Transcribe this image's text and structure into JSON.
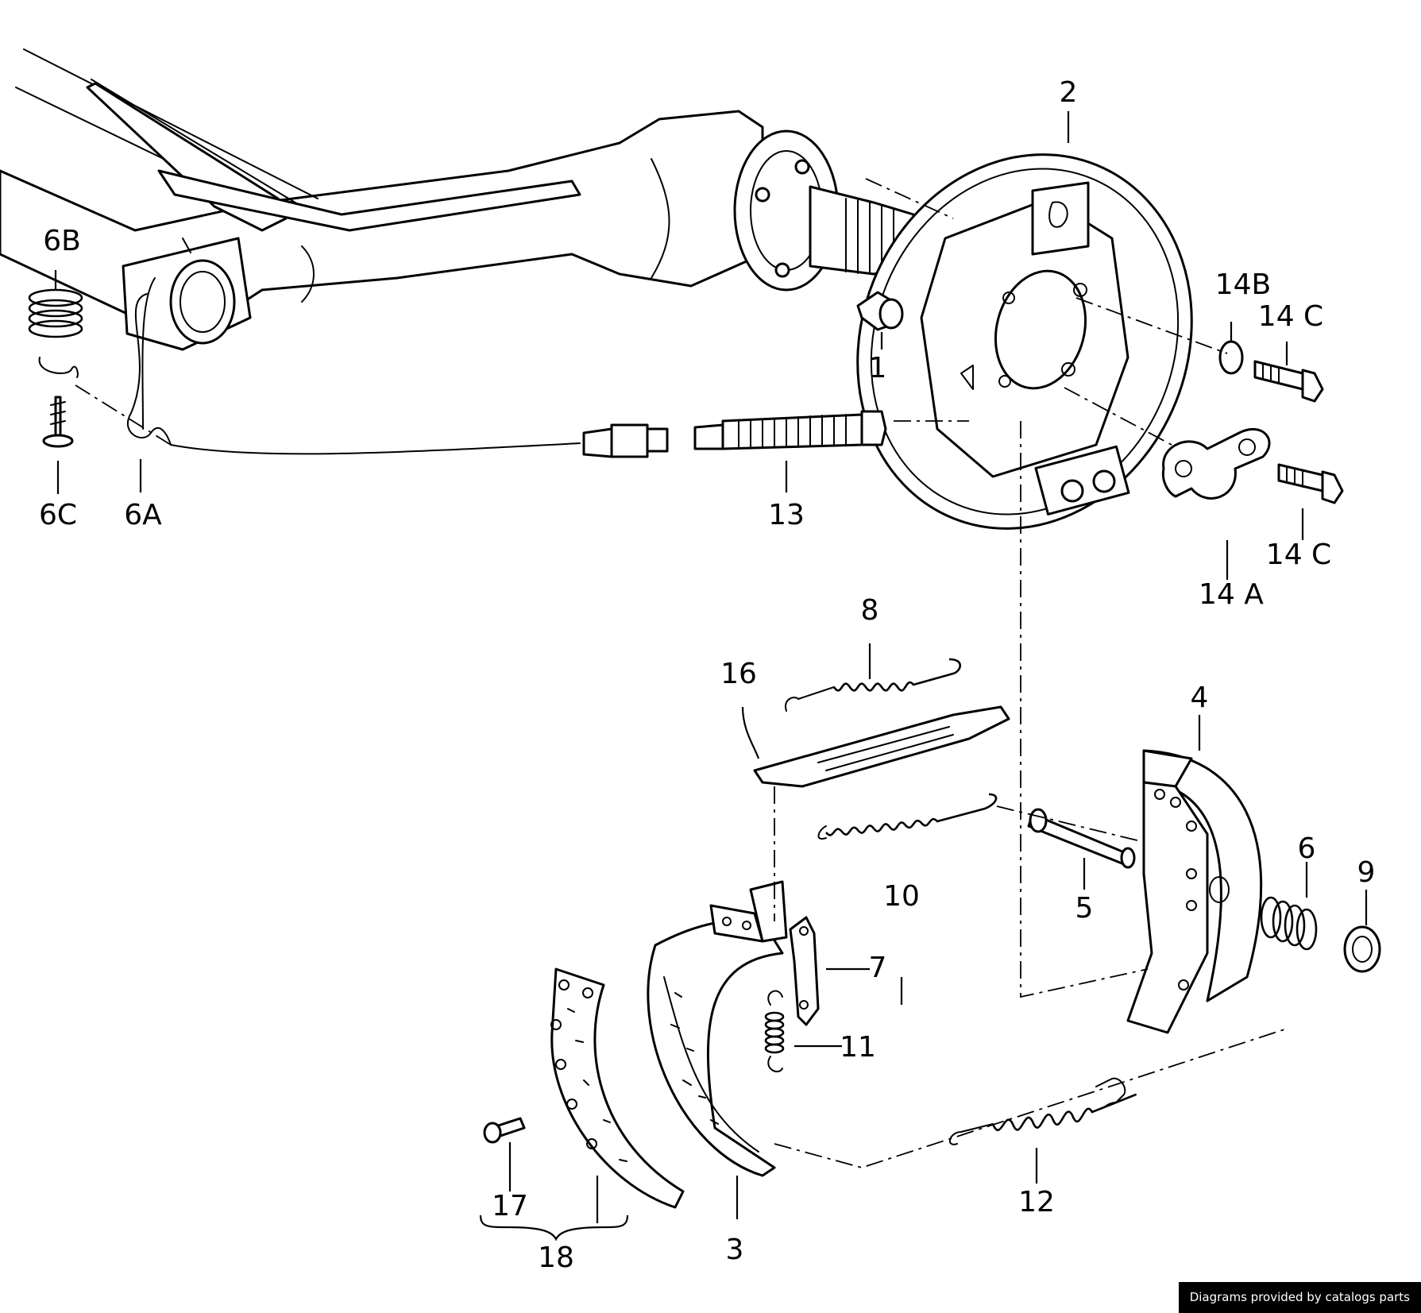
{
  "labels": {
    "p1": "1",
    "p2": "2",
    "p3": "3",
    "p4": "4",
    "p5": "5",
    "p6": "6",
    "p6A": "6A",
    "p6B": "6B",
    "p6C": "6C",
    "p7": "7",
    "p8": "8",
    "p9": "9",
    "p10": "10",
    "p11": "11",
    "p12": "12",
    "p13": "13",
    "p14A": "14 A",
    "p14B": "14B",
    "p14C_top": "14 C",
    "p14C_bottom": "14 C",
    "p16": "16",
    "p17": "17",
    "p18": "18"
  },
  "credit": "Diagrams provided by catalogs parts"
}
